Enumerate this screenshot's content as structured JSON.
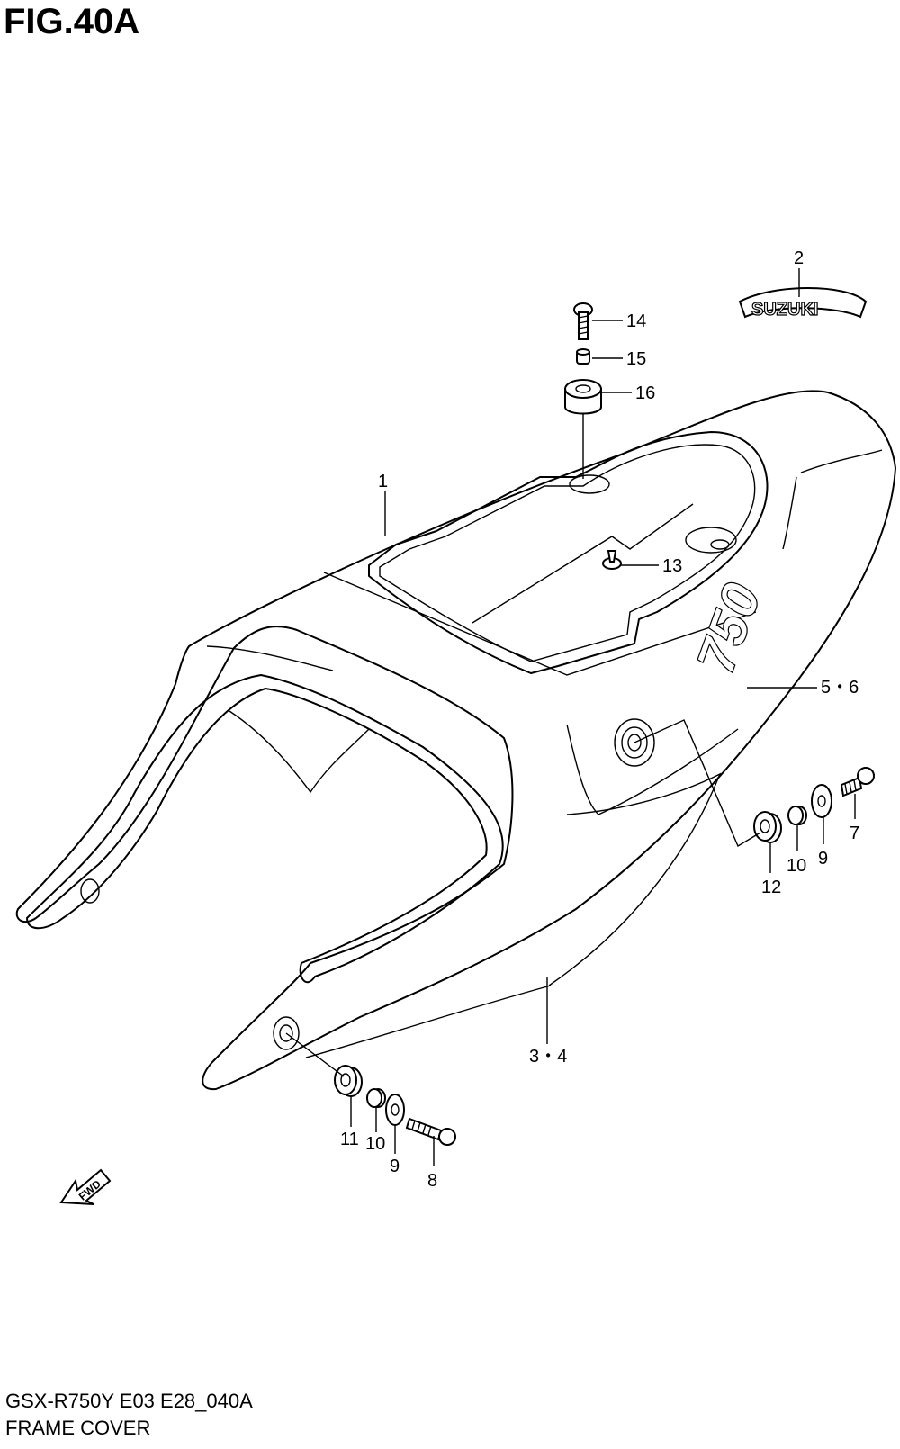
{
  "figure": {
    "title": "FIG.40A",
    "model_code": "GSX-R750Y E03 E28_040A",
    "section_name": "FRAME COVER"
  },
  "callouts": [
    {
      "id": "c1",
      "text": "1"
    },
    {
      "id": "c2",
      "text": "2"
    },
    {
      "id": "c34",
      "text": "3・4"
    },
    {
      "id": "c56",
      "text": "5・6"
    },
    {
      "id": "c7",
      "text": "7"
    },
    {
      "id": "c8",
      "text": "8"
    },
    {
      "id": "c9a",
      "text": "9"
    },
    {
      "id": "c9b",
      "text": "9"
    },
    {
      "id": "c10a",
      "text": "10"
    },
    {
      "id": "c10b",
      "text": "10"
    },
    {
      "id": "c11",
      "text": "11"
    },
    {
      "id": "c12",
      "text": "12"
    },
    {
      "id": "c13",
      "text": "13"
    },
    {
      "id": "c14",
      "text": "14"
    },
    {
      "id": "c15",
      "text": "15"
    },
    {
      "id": "c16",
      "text": "16"
    }
  ],
  "decals": {
    "brand": "SUZUKI",
    "model": "750",
    "fwd": "FWD"
  }
}
